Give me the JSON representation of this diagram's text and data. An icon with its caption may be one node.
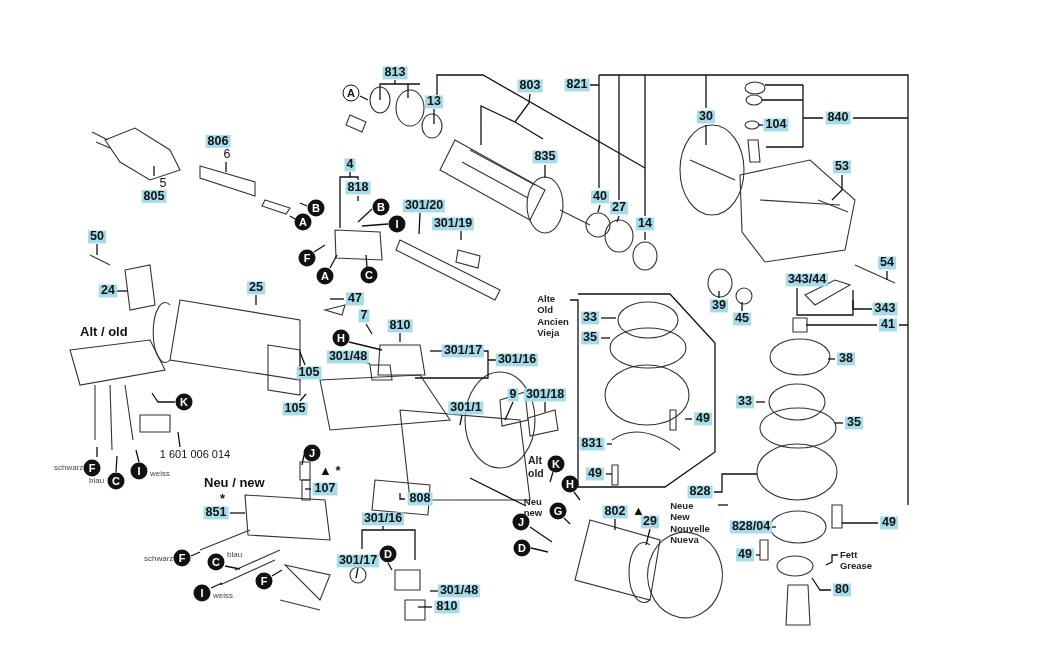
{
  "diagram": {
    "nodes": [
      {
        "text": [
          "813"
        ]
      },
      {
        "text": [
          "A"
        ]
      },
      {
        "text": [
          "13"
        ]
      },
      {
        "text": [
          "803"
        ]
      },
      {
        "text": [
          "835"
        ]
      },
      {
        "text": [
          "821"
        ]
      },
      {
        "text": [
          "30"
        ]
      },
      {
        "text": [
          "40"
        ]
      },
      {
        "text": [
          "27"
        ]
      },
      {
        "text": [
          "14"
        ]
      },
      {
        "text": [
          "840"
        ]
      },
      {
        "text": [
          "104"
        ]
      },
      {
        "text": [
          "53"
        ]
      },
      {
        "text": [
          "54"
        ]
      },
      {
        "text": [
          "343/44"
        ]
      },
      {
        "text": [
          "343"
        ]
      },
      {
        "text": [
          "41"
        ]
      },
      {
        "text": [
          "39"
        ]
      },
      {
        "text": [
          "45"
        ]
      },
      {
        "text": [
          "806",
          "6"
        ]
      },
      {
        "text": [
          "5",
          "805"
        ]
      },
      {
        "text": [
          "B"
        ]
      },
      {
        "text": [
          "A"
        ]
      },
      {
        "text": [
          "4"
        ]
      },
      {
        "text": [
          "818"
        ]
      },
      {
        "text": [
          "B"
        ]
      },
      {
        "text": [
          "I"
        ]
      },
      {
        "text": [
          "F"
        ]
      },
      {
        "text": [
          "A"
        ]
      },
      {
        "text": [
          "C"
        ]
      },
      {
        "text": [
          "301/20"
        ]
      },
      {
        "text": [
          "301/19"
        ]
      },
      {
        "text": [
          "50"
        ]
      },
      {
        "text": [
          "24"
        ]
      },
      {
        "text": [
          "25"
        ]
      },
      {
        "text": [
          "47"
        ]
      },
      {
        "text": [
          "7"
        ]
      },
      {
        "text": [
          "H"
        ]
      },
      {
        "text": [
          "810"
        ]
      },
      {
        "text": [
          "301/48"
        ]
      },
      {
        "text": [
          "301/17"
        ]
      },
      {
        "text": [
          "301/16"
        ]
      },
      {
        "text": [
          "105"
        ]
      },
      {
        "text": [
          "105"
        ]
      },
      {
        "text": [
          "K"
        ]
      },
      {
        "text": [
          "1 601 006 014"
        ]
      },
      {
        "text": [
          "F"
        ],
        "beside": [
          "schwarz"
        ]
      },
      {
        "text": [
          "C"
        ],
        "beside": [
          "blau"
        ]
      },
      {
        "text": [
          "I"
        ],
        "beside": [
          "weiss"
        ]
      },
      {
        "text": [
          "9"
        ]
      },
      {
        "text": [
          "301/18"
        ]
      },
      {
        "text": [
          "301/1"
        ]
      },
      {
        "text": [
          "J"
        ]
      },
      {
        "text": [
          "107"
        ],
        "beside": [
          "▲ *"
        ]
      },
      {
        "text": [
          "851"
        ],
        "beside": [
          "*"
        ]
      },
      {
        "text": [
          "808"
        ]
      },
      {
        "text": [
          "Neu new"
        ]
      },
      {
        "text": [
          "K"
        ]
      },
      {
        "text": [
          "H"
        ]
      },
      {
        "text": [
          "G"
        ]
      },
      {
        "text": [
          "J"
        ]
      },
      {
        "text": [
          "D"
        ]
      },
      {
        "text": [
          "802"
        ],
        "beside": [
          "▲"
        ]
      },
      {
        "text": [
          "29"
        ]
      },
      {
        "text": [
          "301/16"
        ]
      },
      {
        "text": [
          "301/17"
        ]
      },
      {
        "text": [
          "D"
        ]
      },
      {
        "text": [
          "301/48"
        ]
      },
      {
        "text": [
          "810"
        ]
      },
      {
        "text": [
          "F"
        ],
        "beside": [
          "schwarz"
        ]
      },
      {
        "text": [
          "C"
        ],
        "beside": [
          "blau"
        ]
      },
      {
        "text": [
          "I"
        ],
        "beside": [
          "weiss"
        ]
      },
      {
        "text": [
          "F"
        ]
      },
      {
        "text": [
          "Alte Old Ancien Vieja"
        ]
      },
      {
        "text": [
          "33"
        ]
      },
      {
        "text": [
          "35"
        ]
      },
      {
        "text": [
          "49"
        ]
      },
      {
        "text": [
          "831"
        ]
      },
      {
        "text": [
          "49"
        ]
      },
      {
        "text": [
          "828"
        ]
      },
      {
        "text": [
          "Neue New Nouvelle Nueva"
        ]
      },
      {
        "text": [
          "38"
        ]
      },
      {
        "text": [
          "33"
        ]
      },
      {
        "text": [
          "35"
        ]
      },
      {
        "text": [
          "828/04"
        ]
      },
      {
        "text": [
          "49"
        ]
      },
      {
        "text": [
          "49"
        ]
      },
      {
        "text": [
          "Fett Grease"
        ]
      },
      {
        "text": [
          "80"
        ]
      }
    ],
    "edges": [
      {
        "from": 0,
        "to": null,
        "arrow": "none"
      },
      {
        "from": 1,
        "to": null,
        "arrow": "none"
      },
      {
        "from": 2,
        "to": null,
        "arrow": "none"
      },
      {
        "from": 3,
        "to": null,
        "arrow": "none"
      },
      {
        "from": 4,
        "to": null,
        "arrow": "none"
      },
      {
        "from": 5,
        "to": null,
        "arrow": "none"
      },
      {
        "from": 6,
        "to": null,
        "arrow": "none"
      },
      {
        "from": 7,
        "to": null,
        "arrow": "none"
      },
      {
        "from": 8,
        "to": null,
        "arrow": "none"
      },
      {
        "from": 9,
        "to": null,
        "arrow": "none"
      },
      {
        "from": 10,
        "to": null,
        "arrow": "none"
      },
      {
        "from": 11,
        "to": null,
        "arrow": "none"
      },
      {
        "from": 12,
        "to": null,
        "arrow": "none"
      },
      {
        "from": 13,
        "to": null,
        "arrow": "none"
      },
      {
        "from": 14,
        "to": null,
        "arrow": "none"
      },
      {
        "from": 15,
        "to": null,
        "arrow": "none"
      },
      {
        "from": 16,
        "to": null,
        "arrow": "none"
      },
      {
        "from": 17,
        "to": null,
        "arrow": "none"
      },
      {
        "from": 18,
        "to": null,
        "arrow": "none"
      },
      {
        "from": 19,
        "to": null,
        "arrow": "none"
      },
      {
        "from": 20,
        "to": null,
        "arrow": "none"
      },
      {
        "from": 21,
        "to": null,
        "arrow": "none"
      },
      {
        "from": 22,
        "to": null,
        "arrow": "none"
      },
      {
        "from": 23,
        "to": null,
        "arrow": "none"
      },
      {
        "from": 24,
        "to": null,
        "arrow": "none"
      },
      {
        "from": 25,
        "to": null,
        "arrow": "none"
      },
      {
        "from": 26,
        "to": null,
        "arrow": "none"
      },
      {
        "from": 27,
        "to": null,
        "arrow": "none"
      },
      {
        "from": 28,
        "to": null,
        "arrow": "none"
      },
      {
        "from": 29,
        "to": null,
        "arrow": "none"
      },
      {
        "from": 30,
        "to": null,
        "arrow": "none"
      },
      {
        "from": 31,
        "to": null,
        "arrow": "none"
      },
      {
        "from": 32,
        "to": null,
        "arrow": "none"
      },
      {
        "from": 33,
        "to": null,
        "arrow": "none"
      },
      {
        "from": 34,
        "to": null,
        "arrow": "none"
      },
      {
        "from": 35,
        "to": null,
        "arrow": "none"
      },
      {
        "from": 36,
        "to": null,
        "arrow": "none"
      },
      {
        "from": 37,
        "to": null,
        "arrow": "none"
      },
      {
        "from": 38,
        "to": null,
        "arrow": "none"
      },
      {
        "from": 39,
        "to": null,
        "arrow": "none"
      },
      {
        "from": 40,
        "to": null,
        "arrow": "none"
      },
      {
        "from": 41,
        "to": null,
        "arrow": "none"
      },
      {
        "from": 42,
        "to": null,
        "arrow": "none"
      },
      {
        "from": 43,
        "to": null,
        "arrow": "none"
      },
      {
        "from": 44,
        "to": null,
        "arrow": "none"
      },
      {
        "from": 45,
        "to": null,
        "arrow": "none"
      },
      {
        "from": 46,
        "to": null,
        "arrow": "none"
      },
      {
        "from": 47,
        "to": null,
        "arrow": "none"
      },
      {
        "from": 48,
        "to": null,
        "arrow": "none"
      },
      {
        "from": 49,
        "to": null,
        "arrow": "none"
      },
      {
        "from": 50,
        "to": null,
        "arrow": "none"
      },
      {
        "from": 51,
        "to": null,
        "arrow": "none"
      },
      {
        "from": 52,
        "to": null,
        "arrow": "none"
      },
      {
        "from": 53,
        "to": null,
        "arrow": "none"
      },
      {
        "from": 54,
        "to": null,
        "arrow": "none"
      },
      {
        "from": 55,
        "to": null,
        "arrow": "none"
      },
      {
        "from": 56,
        "to": null,
        "arrow": "none"
      },
      {
        "from": 57,
        "to": null,
        "arrow": "none"
      },
      {
        "from": 58,
        "to": null,
        "arrow": "none"
      },
      {
        "from": 59,
        "to": null,
        "arrow": "none"
      },
      {
        "from": 60,
        "to": null,
        "arrow": "none"
      },
      {
        "from": 61,
        "to": null,
        "arrow": "none"
      },
      {
        "from": 62,
        "to": null,
        "arrow": "none"
      },
      {
        "from": 63,
        "to": null,
        "arrow": "none"
      },
      {
        "from": 64,
        "to": null,
        "arrow": "none"
      },
      {
        "from": 65,
        "to": null,
        "arrow": "none"
      },
      {
        "from": 66,
        "to": null,
        "arrow": "none"
      },
      {
        "from": 67,
        "to": null,
        "arrow": "none"
      },
      {
        "from": 68,
        "to": null,
        "arrow": "none"
      },
      {
        "from": 69,
        "to": null,
        "arrow": "none"
      },
      {
        "from": 70,
        "to": null,
        "arrow": "none"
      },
      {
        "from": 71,
        "to": null,
        "arrow": "none"
      },
      {
        "from": 72,
        "to": null,
        "arrow": "none"
      },
      {
        "from": 73,
        "to": null,
        "arrow": "none"
      },
      {
        "from": 74,
        "to": null,
        "arrow": "none"
      },
      {
        "from": 75,
        "to": null,
        "arrow": "none"
      },
      {
        "from": 76,
        "to": null,
        "arrow": "none"
      },
      {
        "from": 77,
        "to": null,
        "arrow": "none"
      },
      {
        "from": 78,
        "to": null,
        "arrow": "none"
      },
      {
        "from": 79,
        "to": null,
        "arrow": "none"
      },
      {
        "from": 80,
        "to": null,
        "arrow": "none"
      },
      {
        "from": 81,
        "to": null,
        "arrow": "none"
      },
      {
        "from": 82,
        "to": null,
        "arrow": "none"
      },
      {
        "from": 83,
        "to": null,
        "arrow": "none"
      },
      {
        "from": 84,
        "to": null,
        "arrow": "none"
      },
      {
        "from": 85,
        "to": null,
        "arrow": "none"
      },
      {
        "from": 86,
        "to": null,
        "arrow": "none"
      },
      {
        "from": 87,
        "to": null,
        "arrow": "none"
      },
      {
        "from": 88,
        "to": null,
        "arrow": "none"
      }
    ],
    "labels": [
      "Alt / old",
      "Neu / new",
      "Alt old"
    ]
  }
}
